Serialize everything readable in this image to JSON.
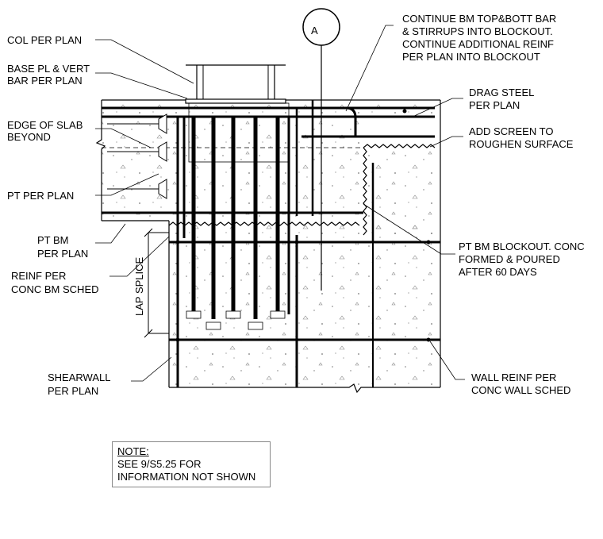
{
  "section_marker": "A",
  "callouts": {
    "col_per_plan": "COL PER PLAN",
    "base_pl_1": "BASE PL & VERT",
    "base_pl_2": "BAR PER PLAN",
    "edge_slab_1": "EDGE OF SLAB",
    "edge_slab_2": "BEYOND",
    "pt_per_plan": "PT PER PLAN",
    "pt_bm_1": "PT BM",
    "pt_bm_2": "PER PLAN",
    "reinf_1": "REINF PER",
    "reinf_2": "CONC BM SCHED",
    "lap_splice": "LAP SPLICE",
    "shearwall_1": "SHEARWALL",
    "shearwall_2": "PER PLAN",
    "continue_1": "CONTINUE BM TOP&BOTT BAR",
    "continue_2": "& STIRRUPS INTO BLOCKOUT.",
    "continue_3": "CONTINUE ADDITIONAL REINF",
    "continue_4": "PER PLAN INTO BLOCKOUT",
    "drag_1": "DRAG STEEL",
    "drag_2": "PER PLAN",
    "screen_1": "ADD SCREEN TO",
    "screen_2": "ROUGHEN SURFACE",
    "blockout_1": "PT BM BLOCKOUT. CONC",
    "blockout_2": "FORMED & POURED",
    "blockout_3": "AFTER 60 DAYS",
    "wall_reinf_1": "WALL REINF PER",
    "wall_reinf_2": "CONC WALL SCHED"
  },
  "note": {
    "title": "NOTE:",
    "line1": "SEE 9/S5.25 FOR",
    "line2": "INFORMATION NOT SHOWN"
  }
}
